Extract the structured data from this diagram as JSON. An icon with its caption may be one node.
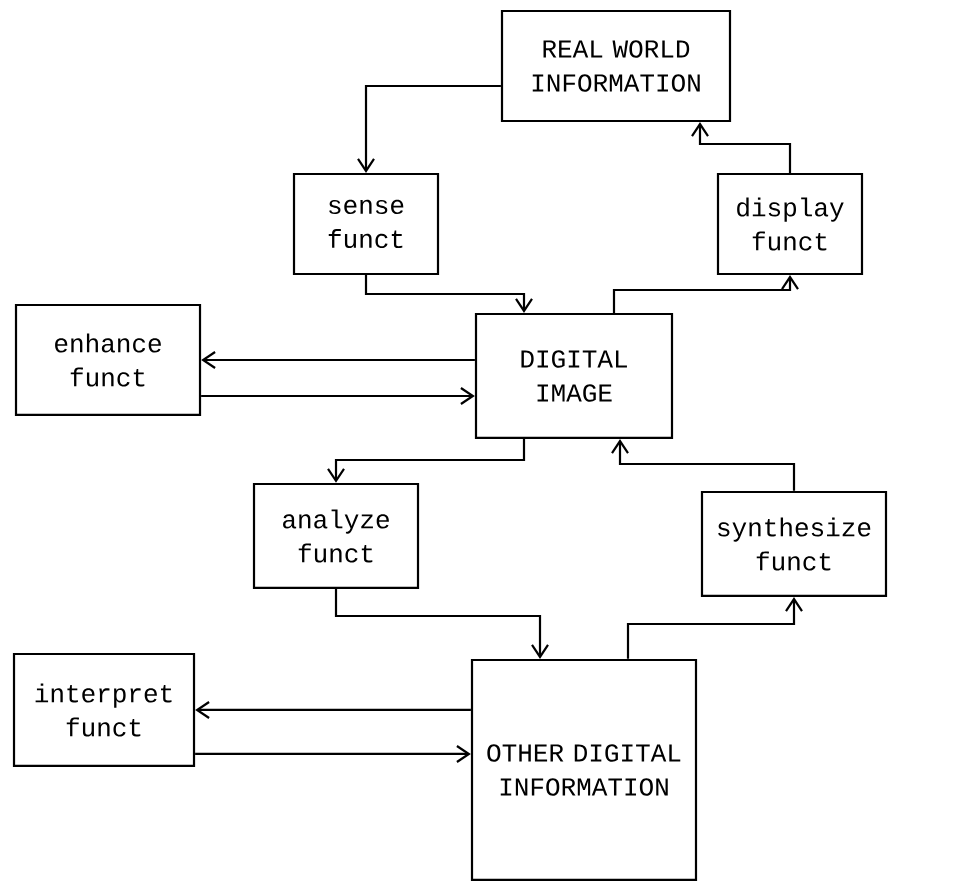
{
  "diagram": {
    "nodes": [
      {
        "text": [
          "REAL WORLD INFORMATION"
        ]
      },
      {
        "text": [
          "sense funct"
        ]
      },
      {
        "text": [
          "display funct"
        ]
      },
      {
        "text": [
          "DIGITAL IMAGE"
        ]
      },
      {
        "text": [
          "enhance funct"
        ]
      },
      {
        "text": [
          "analyze funct"
        ]
      },
      {
        "text": [
          "synthesize funct"
        ]
      },
      {
        "text": [
          "OTHER DIGITAL INFORMATION"
        ]
      },
      {
        "text": [
          "interpret funct"
        ]
      }
    ],
    "edges": [
      {
        "from": 0,
        "to": 1,
        "arrow": "to"
      },
      {
        "from": 1,
        "to": 3,
        "arrow": "to"
      },
      {
        "from": 3,
        "to": 2,
        "arrow": "to"
      },
      {
        "from": 2,
        "to": 0,
        "arrow": "to"
      },
      {
        "from": 3,
        "to": 4,
        "arrow": "to"
      },
      {
        "from": 4,
        "to": 3,
        "arrow": "to"
      },
      {
        "from": 3,
        "to": 5,
        "arrow": "to"
      },
      {
        "from": 5,
        "to": 7,
        "arrow": "to"
      },
      {
        "from": 7,
        "to": 6,
        "arrow": "to"
      },
      {
        "from": 6,
        "to": 3,
        "arrow": "to"
      },
      {
        "from": 7,
        "to": 8,
        "arrow": "to"
      },
      {
        "from": 8,
        "to": 7,
        "arrow": "to"
      }
    ]
  }
}
